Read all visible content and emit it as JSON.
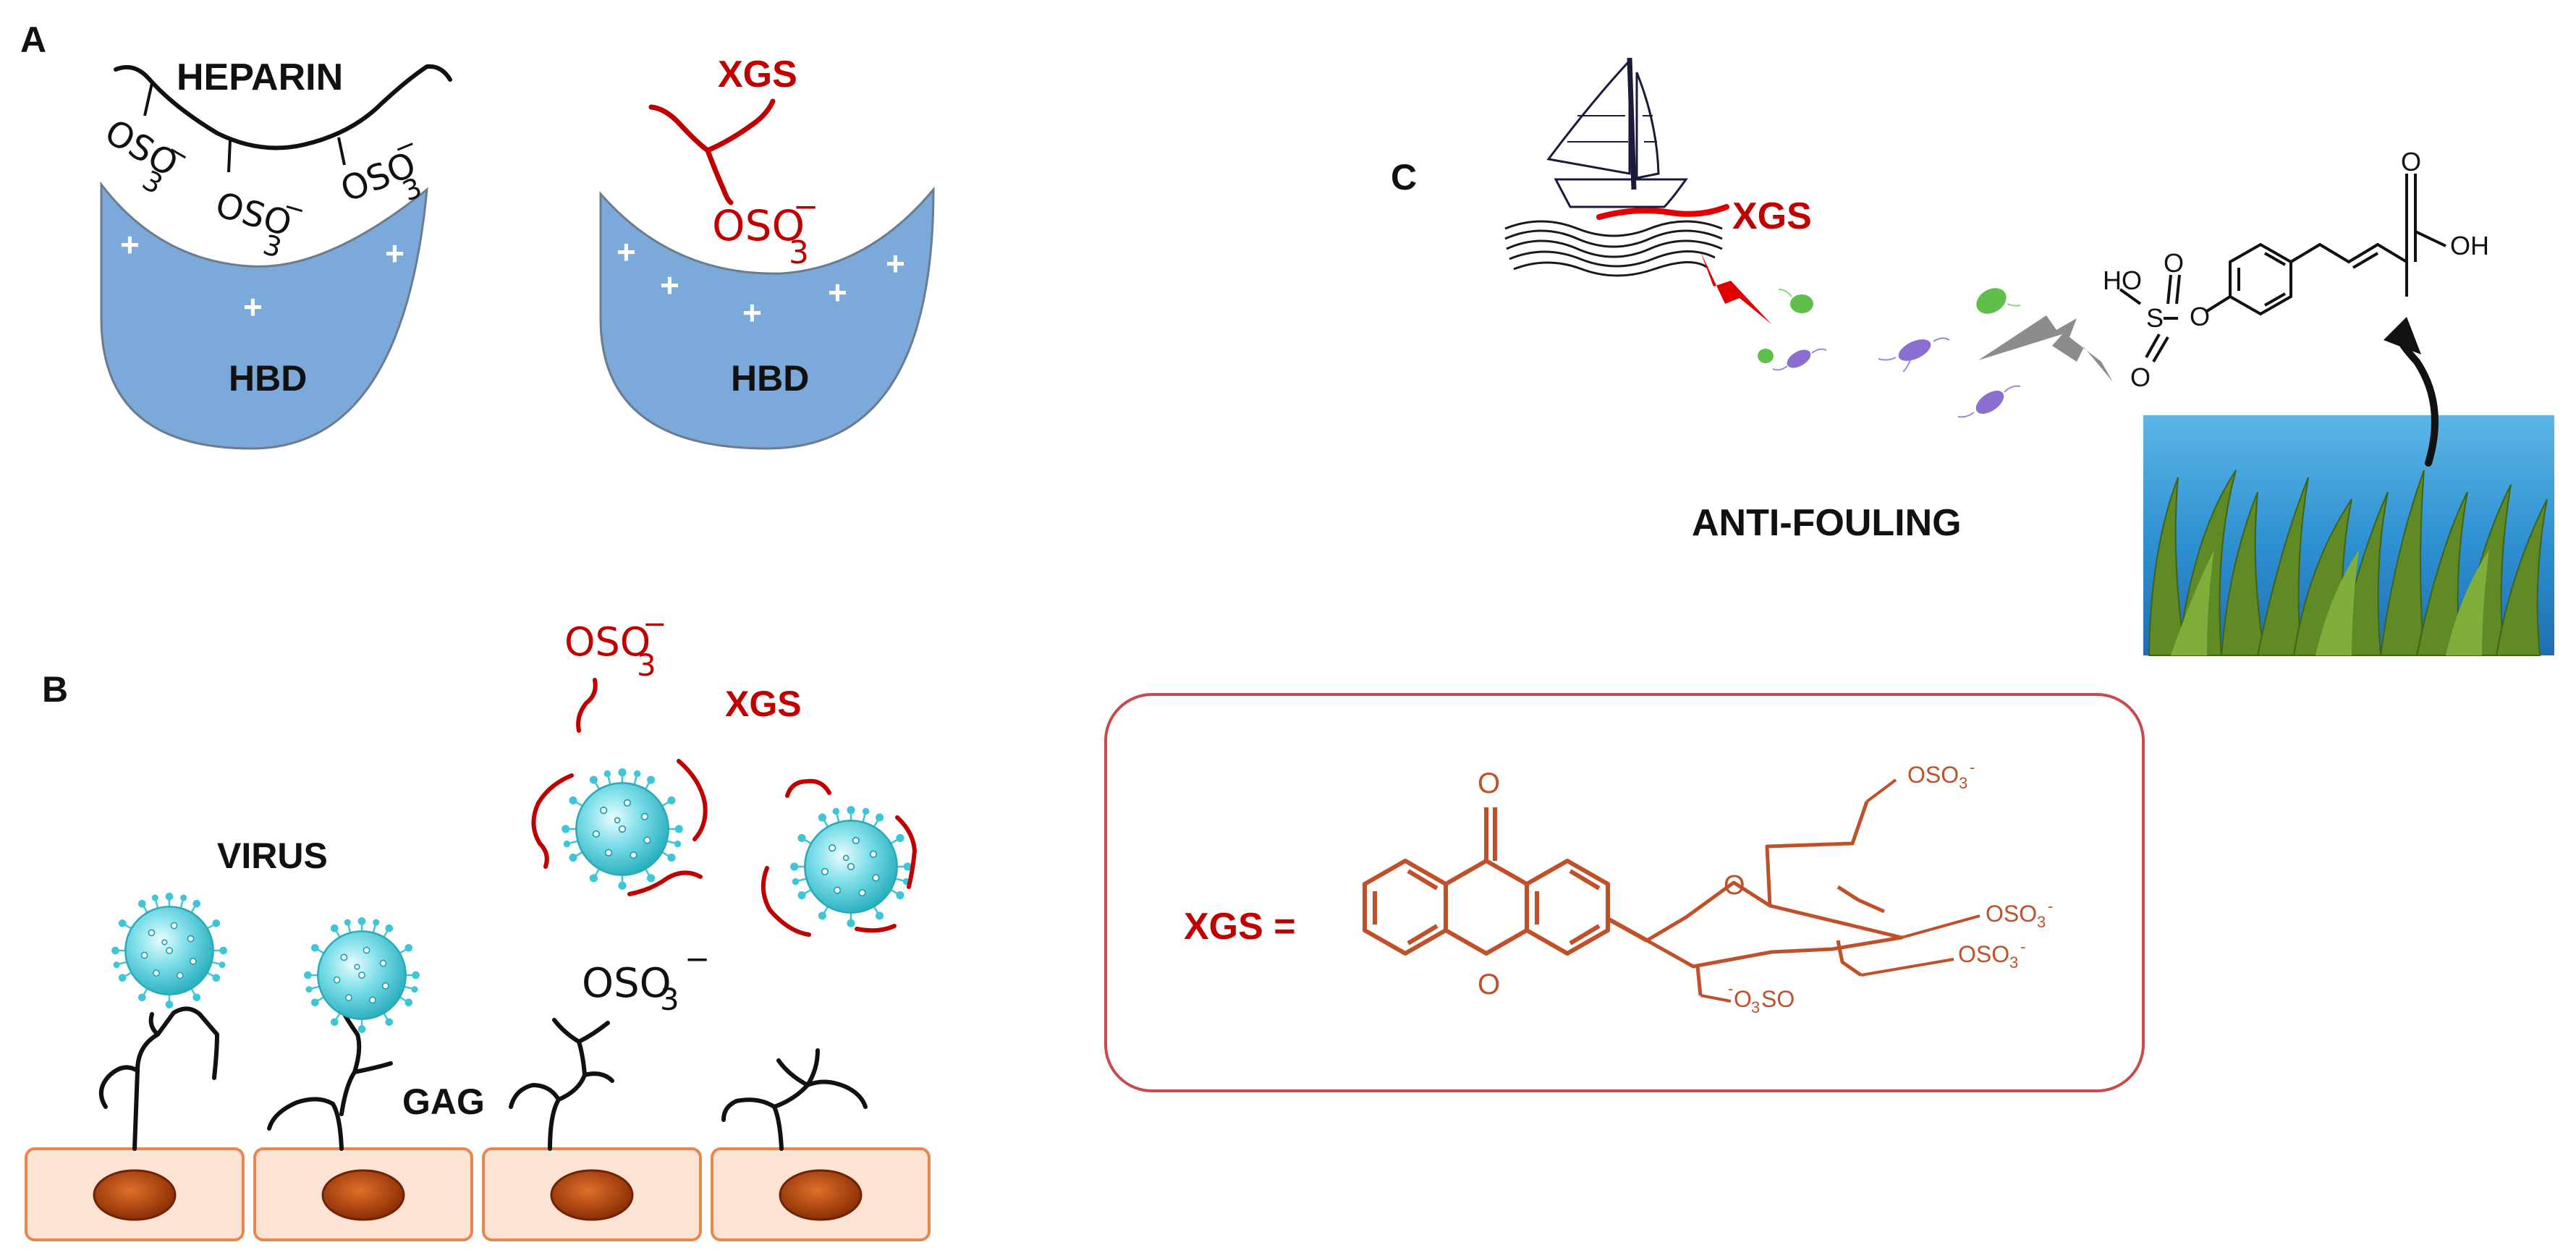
{
  "panels": {
    "a": {
      "letter": "A",
      "heparin_title": "HEPARIN",
      "xgs_title": "XGS",
      "sulfate_top": "OSO",
      "sulfate_sub": "3",
      "sulfate_sup": "−",
      "plus": "+",
      "hbd": "HBD"
    },
    "b": {
      "letter": "B",
      "virus": "VIRUS",
      "gag": "GAG",
      "xgs": "XGS",
      "sulfate_top": "OSO",
      "sulfate_sub": "3",
      "sulfate_sup": "−"
    },
    "c": {
      "letter": "C",
      "xgs": "XGS",
      "anti_fouling": "ANTI-FOULING",
      "molecule": {
        "o_top": "O",
        "oh": "OH",
        "ho": "HO",
        "s": "S",
        "o": "O"
      }
    },
    "structure": {
      "xgs_label": "XGS =",
      "ring_o": "O",
      "ketone_o": "O",
      "sugar_o": "O",
      "oso3": "OSO",
      "sub3": "3",
      "minus": "-",
      "o3so_prefix": "-",
      "o3so_o": "O",
      "o3so_rest": "SO"
    }
  },
  "colors": {
    "text": "#111111",
    "red": "#c00000",
    "hbd_fill": "#7aa9da",
    "hbd_stroke": "#6b7c8e",
    "chem_orange": "#c0502a",
    "box_border": "#c84a4a",
    "virus": "#3fc6d6",
    "cell_fill": "#fde3d3",
    "cell_stroke": "#e8864f",
    "nucleus": "#a93d08",
    "water": "#2a86c8",
    "seaweed": "#5f8a26",
    "bacteria_purple": "#8a6fd0",
    "bacteria_green": "#5fbf4a",
    "arrow_gray": "#8c8c8c"
  }
}
